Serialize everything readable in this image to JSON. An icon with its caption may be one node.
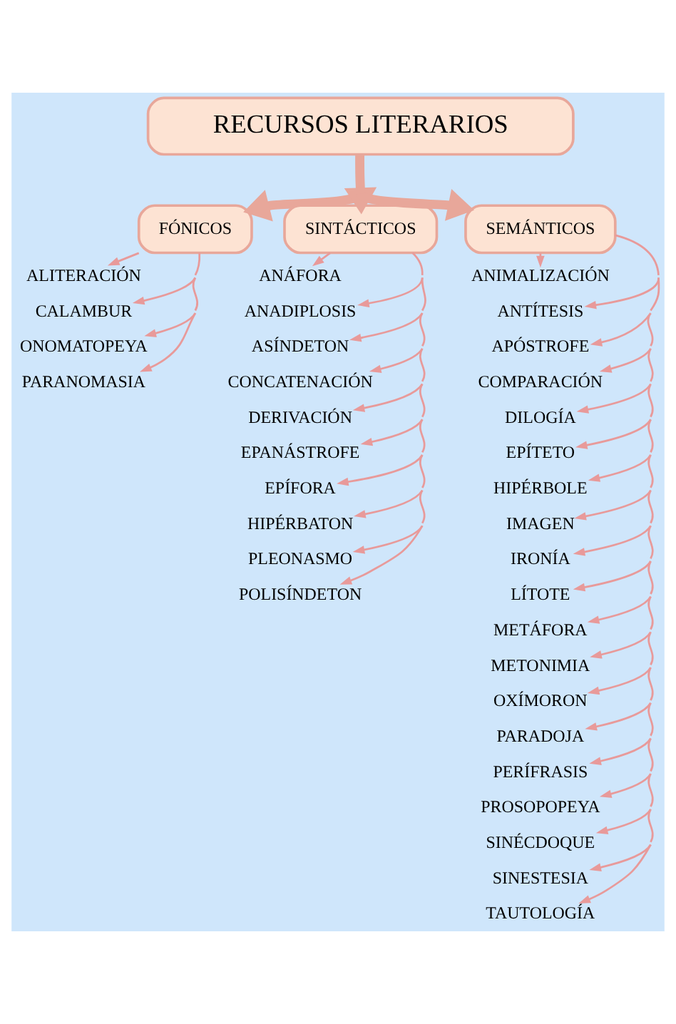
{
  "diagram": {
    "nodes": [
      {
        "text": [
          "RECURSOS LITERARIOS"
        ]
      },
      {
        "text": [
          "FÓNICOS"
        ]
      },
      {
        "text": [
          "SINTÁCTICOS"
        ]
      },
      {
        "text": [
          "SEMÁNTICOS"
        ]
      },
      {
        "text": [
          "ALITERACIÓN"
        ]
      },
      {
        "text": [
          "CALAMBUR"
        ]
      },
      {
        "text": [
          "ONOMATOPEYA"
        ]
      },
      {
        "text": [
          "PARANOMASIA"
        ]
      },
      {
        "text": [
          "ANÁFORA"
        ]
      },
      {
        "text": [
          "ANADIPLOSIS"
        ]
      },
      {
        "text": [
          "ASÍNDETON"
        ]
      },
      {
        "text": [
          "CONCATENACIÓN"
        ]
      },
      {
        "text": [
          "DERIVACIÓN"
        ]
      },
      {
        "text": [
          "EPANÁSTROFE"
        ]
      },
      {
        "text": [
          "EPÍFORA"
        ]
      },
      {
        "text": [
          "HIPÉRBATON"
        ]
      },
      {
        "text": [
          "PLEONASMO"
        ]
      },
      {
        "text": [
          "POLISÍNDETON"
        ]
      },
      {
        "text": [
          "ANIMALIZACIÓN"
        ]
      },
      {
        "text": [
          "ANTÍTESIS"
        ]
      },
      {
        "text": [
          "APÓSTROFE"
        ]
      },
      {
        "text": [
          "COMPARACIÓN"
        ]
      },
      {
        "text": [
          "DILOGÍA"
        ]
      },
      {
        "text": [
          "EPÍTETO"
        ]
      },
      {
        "text": [
          "HIPÉRBOLE"
        ]
      },
      {
        "text": [
          "IMAGEN"
        ]
      },
      {
        "text": [
          "IRONÍA"
        ]
      },
      {
        "text": [
          "LÍTOTE"
        ]
      },
      {
        "text": [
          "METÁFORA"
        ]
      },
      {
        "text": [
          "METONIMIA"
        ]
      },
      {
        "text": [
          "OXÍMORON"
        ]
      },
      {
        "text": [
          "PARADOJA"
        ]
      },
      {
        "text": [
          "PERÍFRASIS"
        ]
      },
      {
        "text": [
          "PROSOPOPEYA"
        ]
      },
      {
        "text": [
          "SINÉCDOQUE"
        ]
      },
      {
        "text": [
          "SINESTESIA"
        ]
      },
      {
        "text": [
          "TAUTOLOGÍA"
        ]
      }
    ],
    "edges": [
      {
        "from": 0,
        "to": 1,
        "arrow": "to",
        "style": "thick"
      },
      {
        "from": 0,
        "to": 2,
        "arrow": "to",
        "style": "thick"
      },
      {
        "from": 0,
        "to": 3,
        "arrow": "to",
        "style": "thick"
      },
      {
        "from": 1,
        "to": 4,
        "arrow": "to"
      },
      {
        "from": 1,
        "to": 5,
        "arrow": "to"
      },
      {
        "from": 1,
        "to": 6,
        "arrow": "to"
      },
      {
        "from": 1,
        "to": 7,
        "arrow": "to"
      },
      {
        "from": 2,
        "to": 8,
        "arrow": "to"
      },
      {
        "from": 2,
        "to": 9,
        "arrow": "to"
      },
      {
        "from": 2,
        "to": 10,
        "arrow": "to"
      },
      {
        "from": 2,
        "to": 11,
        "arrow": "to"
      },
      {
        "from": 2,
        "to": 12,
        "arrow": "to"
      },
      {
        "from": 2,
        "to": 13,
        "arrow": "to"
      },
      {
        "from": 2,
        "to": 14,
        "arrow": "to"
      },
      {
        "from": 2,
        "to": 15,
        "arrow": "to"
      },
      {
        "from": 2,
        "to": 16,
        "arrow": "to"
      },
      {
        "from": 2,
        "to": 17,
        "arrow": "to"
      },
      {
        "from": 3,
        "to": 18,
        "arrow": "to"
      },
      {
        "from": 3,
        "to": 19,
        "arrow": "to"
      },
      {
        "from": 3,
        "to": 20,
        "arrow": "to"
      },
      {
        "from": 3,
        "to": 21,
        "arrow": "to"
      },
      {
        "from": 3,
        "to": 22,
        "arrow": "to"
      },
      {
        "from": 3,
        "to": 23,
        "arrow": "to"
      },
      {
        "from": 3,
        "to": 24,
        "arrow": "to"
      },
      {
        "from": 3,
        "to": 25,
        "arrow": "to"
      },
      {
        "from": 3,
        "to": 26,
        "arrow": "to"
      },
      {
        "from": 3,
        "to": 27,
        "arrow": "to"
      },
      {
        "from": 3,
        "to": 28,
        "arrow": "to"
      },
      {
        "from": 3,
        "to": 29,
        "arrow": "to"
      },
      {
        "from": 3,
        "to": 30,
        "arrow": "to"
      },
      {
        "from": 3,
        "to": 31,
        "arrow": "to"
      },
      {
        "from": 3,
        "to": 32,
        "arrow": "to"
      },
      {
        "from": 3,
        "to": 33,
        "arrow": "to"
      },
      {
        "from": 3,
        "to": 34,
        "arrow": "to"
      },
      {
        "from": 3,
        "to": 35,
        "arrow": "to"
      },
      {
        "from": 3,
        "to": 36,
        "arrow": "to"
      }
    ]
  }
}
